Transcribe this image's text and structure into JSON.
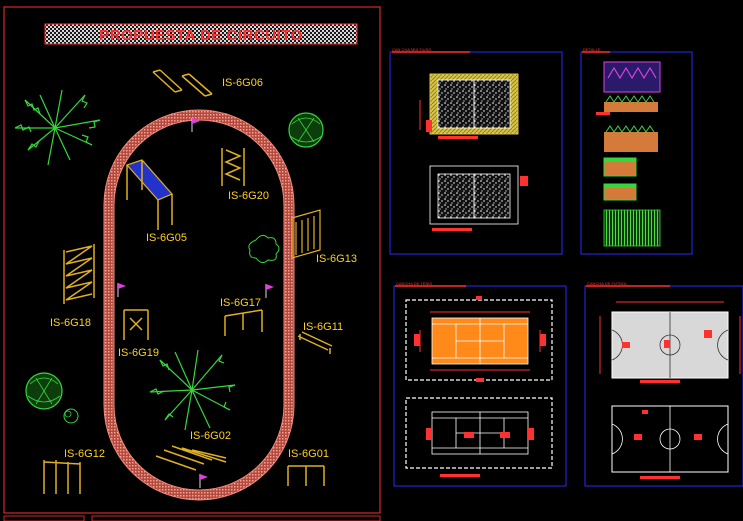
{
  "title": "PROPUESTA DE CIRCUITO",
  "equipment_labels": {
    "g06": "IS-6G06",
    "g20": "IS-6G20",
    "g05": "IS-6G05",
    "g13": "IS-6G13",
    "g17": "IS-6G17",
    "g11": "IS-6G11",
    "g18": "IS-6G18",
    "g19": "IS-6G19",
    "g02": "IS-6G02",
    "g12": "IS-6G12",
    "g01": "IS-6G01"
  },
  "panels": {
    "p1": "CAN CHA MULTIUSO",
    "p2": "DETALLE",
    "p3": "CANCHA DE TENIS",
    "p4": "CANCHA DE FUTBOL"
  },
  "colors": {
    "background": "#000000",
    "frame": "#ff3030",
    "panel_border": "#2a2aff",
    "labels": "#ffd21a",
    "track": "#f08a7a",
    "tennis_court": "#ff8a1a"
  }
}
